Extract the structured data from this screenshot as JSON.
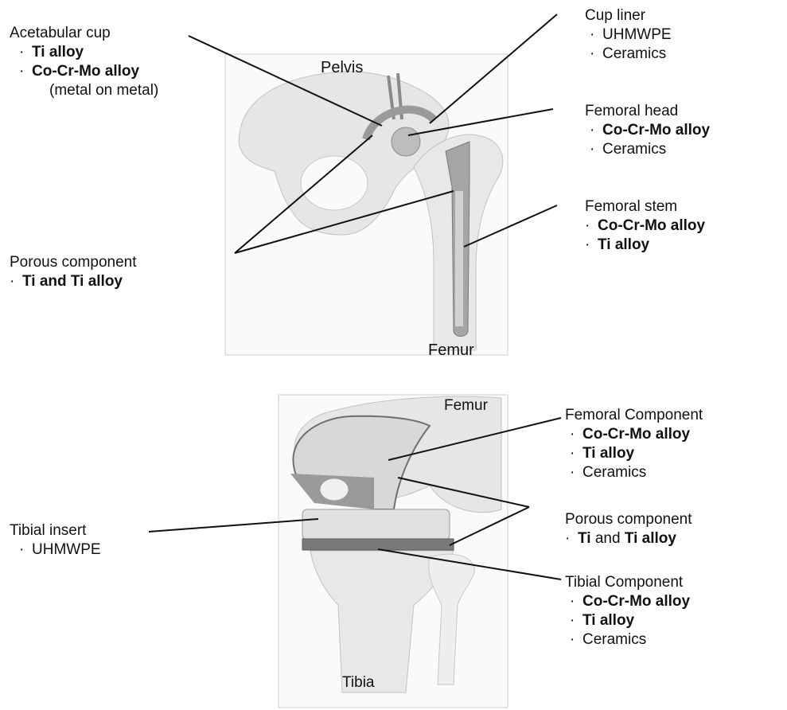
{
  "colors": {
    "line": "#111111",
    "frame": "#c8c8c8",
    "bone": "#e4e4e4",
    "metal": "#9a9a9a",
    "poly": "#d6d6d6"
  },
  "hip": {
    "pelvis_label": "Pelvis",
    "femur_label": "Femur",
    "acetabular_cup": {
      "heading": "Acetabular cup",
      "items": [
        {
          "text": "Ti alloy",
          "bold": true
        },
        {
          "text": "Co-Cr-Mo alloy",
          "bold": true
        }
      ],
      "note": "(metal on metal)"
    },
    "cup_liner": {
      "heading": "Cup liner",
      "items": [
        {
          "text": "UHMWPE",
          "bold": false
        },
        {
          "text": "Ceramics",
          "bold": false
        }
      ]
    },
    "femoral_head": {
      "heading": "Femoral head",
      "items": [
        {
          "text": "Co-Cr-Mo alloy",
          "bold": true
        },
        {
          "text": "Ceramics",
          "bold": false
        }
      ]
    },
    "femoral_stem": {
      "heading": "Femoral stem",
      "items": [
        {
          "text": "Co-Cr-Mo alloy",
          "bold": true
        },
        {
          "text": "Ti alloy",
          "bold": true
        }
      ]
    },
    "porous_component": {
      "heading": "Porous component",
      "items": [
        {
          "text": "Ti and Ti alloy",
          "bold": true
        }
      ]
    }
  },
  "knee": {
    "femur_label": "Femur",
    "tibia_label": "Tibia",
    "femoral_component": {
      "heading": "Femoral Component",
      "items": [
        {
          "text": "Co-Cr-Mo alloy",
          "bold": true
        },
        {
          "text": "Ti alloy",
          "bold": true
        },
        {
          "text": "Ceramics",
          "bold": false
        }
      ]
    },
    "porous_component": {
      "heading": "Porous component",
      "item_prefix": "Ti",
      "item_mid": " and ",
      "item_suffix": "Ti alloy"
    },
    "tibial_insert": {
      "heading": "Tibial insert",
      "items": [
        {
          "text": "UHMWPE",
          "bold": false
        }
      ]
    },
    "tibial_component": {
      "heading": "Tibial Component",
      "items": [
        {
          "text": "Co-Cr-Mo alloy",
          "bold": true
        },
        {
          "text": "Ti alloy",
          "bold": true
        },
        {
          "text": "Ceramics",
          "bold": false
        }
      ]
    }
  }
}
